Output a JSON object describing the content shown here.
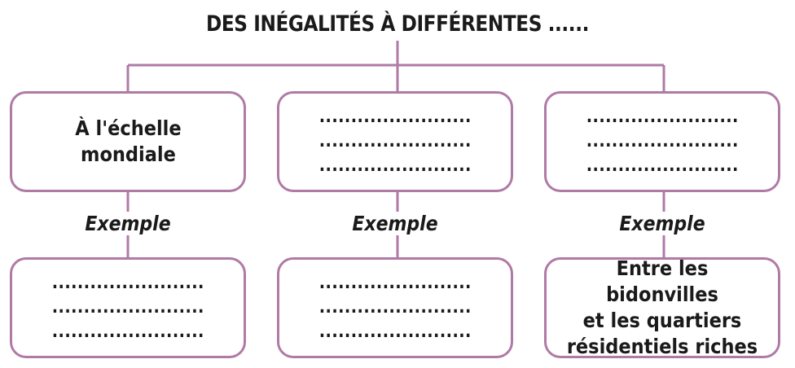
{
  "title": "DES INÉGALITÉS À DIFFÉRENTES ......",
  "colors": {
    "connector": "#b07aa6",
    "text": "#1a1a1a"
  },
  "columns": [
    {
      "top_text": "À l'échelle\nmondiale",
      "example_label": "Exemple",
      "bottom_lines": [
        "........................",
        "........................",
        "........................"
      ]
    },
    {
      "top_lines": [
        "........................",
        "........................",
        "........................"
      ],
      "example_label": "Exemple",
      "bottom_lines": [
        "........................",
        "........................",
        "........................"
      ]
    },
    {
      "top_lines": [
        "........................",
        "........................",
        "........................"
      ],
      "example_label": "Exemple",
      "bottom_text": "Entre les bidonvilles\net les quartiers\nrésidentiels riches"
    }
  ]
}
